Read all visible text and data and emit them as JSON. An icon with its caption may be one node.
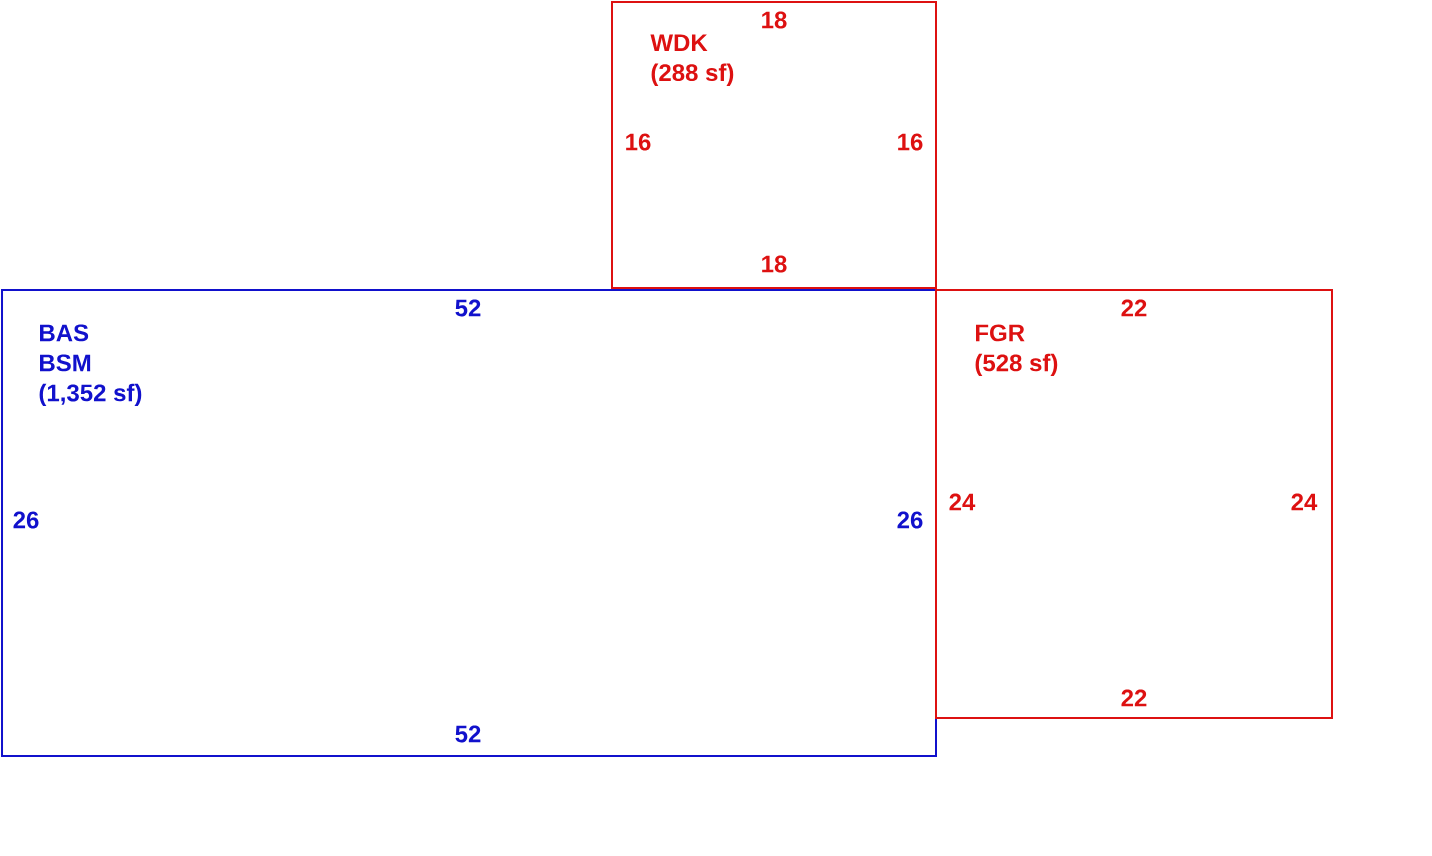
{
  "diagram": {
    "nodes": [
      {
        "text": [
          "WDK",
          "(288 sf)"
        ]
      },
      {
        "text": [
          "BAS",
          "BSM",
          "(1,352 sf)"
        ]
      },
      {
        "text": [
          "FGR",
          "(528 sf)"
        ]
      }
    ],
    "labels": [
      "18",
      "16",
      "16",
      "18",
      "52",
      "22",
      "24",
      "24",
      "26",
      "26",
      "22",
      "52"
    ]
  }
}
